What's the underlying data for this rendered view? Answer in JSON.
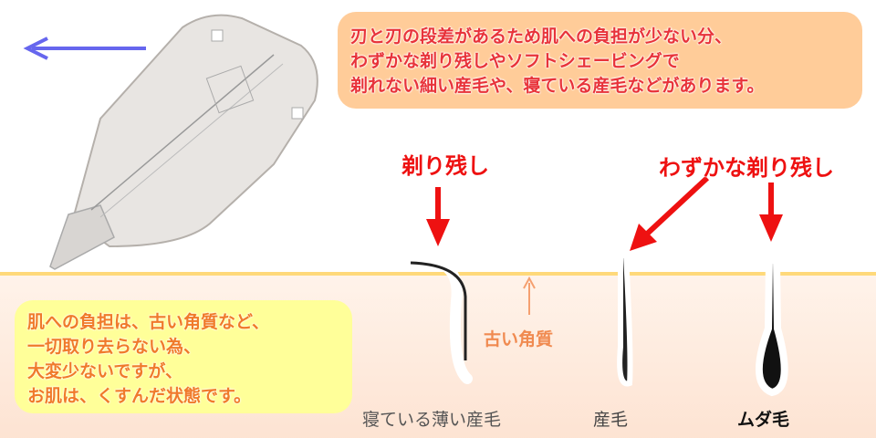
{
  "top_note": {
    "lines": [
      "刃と刃の段差があるため肌への負担が少ない分、",
      "わずかな剃り残しやソフトシェービングで",
      "剃れない細い産毛や、寝ている産毛などがあります。"
    ]
  },
  "left_note": {
    "lines": [
      "肌への負担は、古い角質など、",
      "一切取り去らない為、",
      "大変少ないですが、",
      "お肌は、くすんだ状態です。"
    ]
  },
  "labels": {
    "shaving_residue": "剃り残し",
    "slight_residue": "わずかな剃り残し",
    "old_keratin": "古い角質",
    "lying_thin_vellus": "寝ている薄い産毛",
    "vellus": "産毛",
    "unwanted_hair": "ムダ毛"
  },
  "colors": {
    "accent_red": "#ee1111",
    "direction_arrow": "#6666ee",
    "skin_line": "#ffd97a"
  }
}
